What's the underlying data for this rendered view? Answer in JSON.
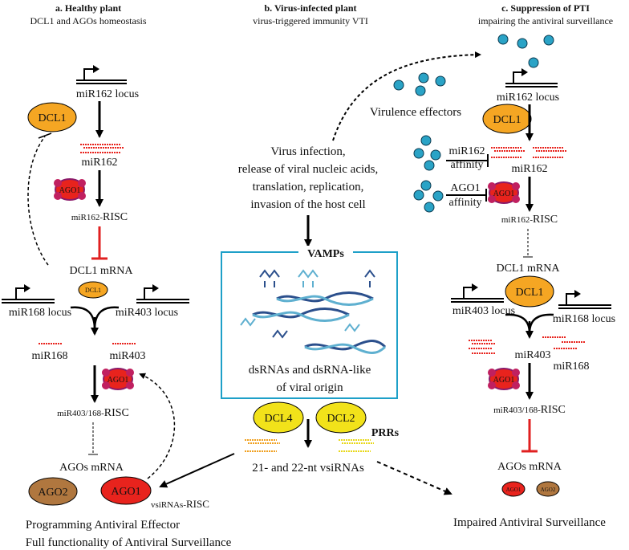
{
  "panel_a": {
    "title": "a. Healthy plant",
    "subtitle": "DCL1 and AGOs  homeostasis",
    "mir162_locus": "miR162 locus",
    "dcl1": "DCL1",
    "mir162": "miR162",
    "ago1": "AGO1",
    "mir162_risc_prefix": "miR162-",
    "mir162_risc_suffix": "RISC",
    "dcl1_mrna": "DCL1 mRNA",
    "dcl1_small": "DCL1",
    "mir168_locus": "miR168 locus",
    "mir403_locus": "miR403 locus",
    "mir168": "miR168",
    "mir403": "miR403",
    "mir403_168_risc_prefix": "miR403/168-",
    "mir403_168_risc_suffix": "RISC",
    "agos_mrna": "AGOs mRNA",
    "ago2": "AGO2",
    "ago1_effector": "AGO1",
    "vsirnas_risc_prefix": "vsiRNAs-",
    "vsirnas_risc_suffix": "RISC",
    "outcome_line1": "Programming Antiviral Effector",
    "outcome_line2": "Full functionality of Antiviral Surveillance"
  },
  "panel_b": {
    "title": "b. Virus-infected plant",
    "subtitle": "virus-triggered immunity VTI",
    "infection_lines": [
      "Virus infection,",
      "release of viral nucleic acids,",
      "translation, replication,",
      "invasion of the host cell"
    ],
    "vamps": "VAMPs",
    "dsrna_line1": "dsRNAs and dsRNA-like",
    "dsrna_line2": "of viral origin",
    "dcl4": "DCL4",
    "dcl2": "DCL2",
    "prrs": "PRRs",
    "vsirnas": "21- and 22-nt vsiRNAs"
  },
  "panel_c": {
    "title": "c. Suppression of PTI",
    "subtitle": "impairing the antiviral surveillance",
    "virulence_effectors": "Virulence effectors",
    "mir162_locus": "miR162 locus",
    "dcl1": "DCL1",
    "mir162_affinity_1": "miR162",
    "mir162_affinity_2": "affinity",
    "mir162": "miR162",
    "ago1_affinity_1": "AGO1",
    "ago1_affinity_2": "affinity",
    "ago1": "AGO1",
    "mir162_risc_prefix": "miR162-",
    "mir162_risc_suffix": "RISC",
    "dcl1_mrna": "DCL1 mRNA",
    "dcl1_big": "DCL1",
    "mir403_locus": "miR403 locus",
    "mir168_locus": "miR168 locus",
    "mir403": "miR403",
    "mir168": "miR168",
    "ago1_b": "AGO1",
    "mir403_168_risc_prefix": "miR403/168-",
    "mir403_168_risc_suffix": "RISC",
    "agos_mrna": "AGOs mRNA",
    "ago1_small": "AGO1",
    "ago2_small": "AGO2",
    "outcome": "Impaired Antiviral Surveillance"
  },
  "colors": {
    "dcl_orange": "#f5a623",
    "ago1_red": "#e8231d",
    "ago2_brown": "#b0773f",
    "dcl_yellow": "#f2e21a",
    "mirna_red": "#e8231d",
    "vsirna_orange": "#f0a020",
    "vsirna_yellow": "#e8d81a",
    "effector_teal": "#2aa3c6",
    "vamp_box": "#1ea0c8",
    "inhibit_red": "#e02020",
    "dsrna_dark": "#2b4f8c",
    "dsrna_light": "#5fb0d0"
  }
}
